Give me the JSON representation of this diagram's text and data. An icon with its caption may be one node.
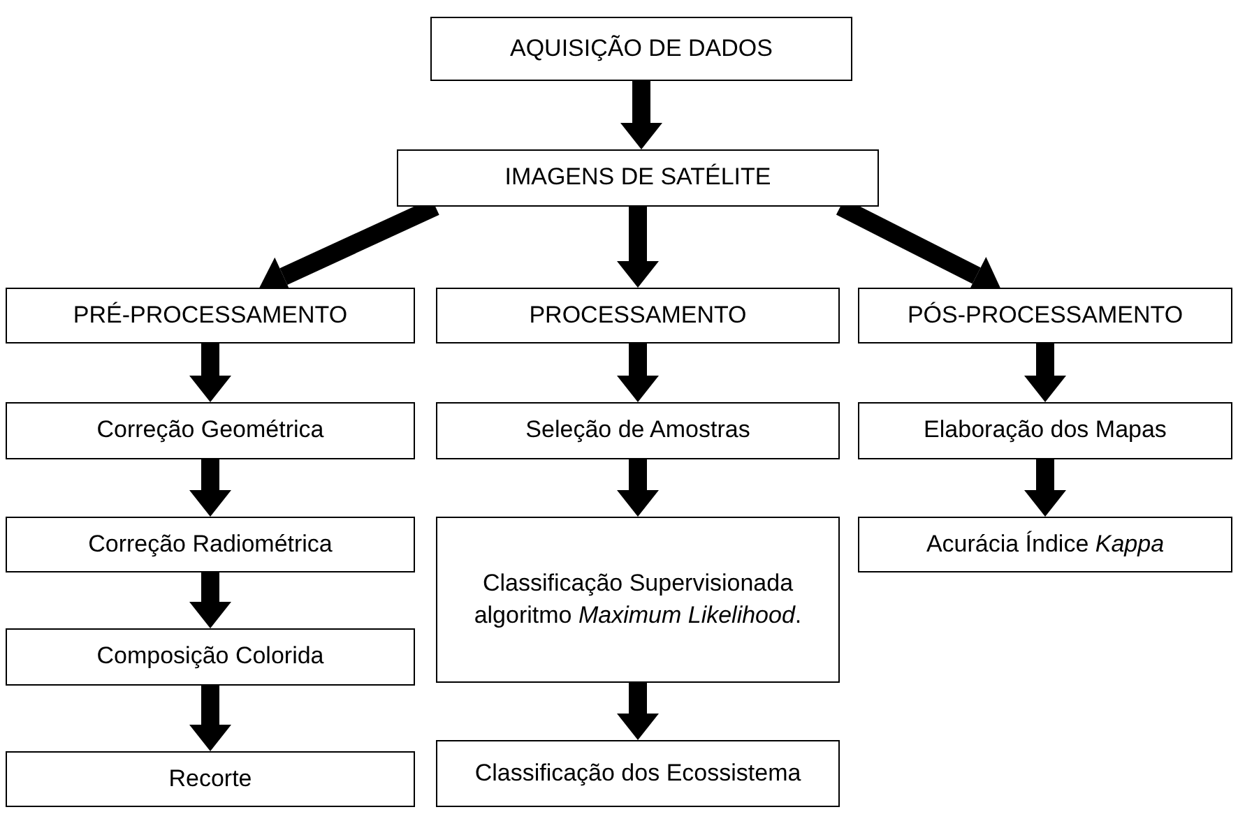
{
  "diagram": {
    "nodes": [
      {
        "text": [
          "AQUISIÇÃO DE DADOS"
        ]
      },
      {
        "text": [
          "IMAGENS DE SATÉLITE"
        ]
      },
      {
        "text": [
          "PRÉ-PROCESSAMENTO"
        ]
      },
      {
        "text": [
          "PROCESSAMENTO"
        ]
      },
      {
        "text": [
          "PÓS-PROCESSAMENTO"
        ]
      },
      {
        "text": [
          "Correção Geométrica"
        ]
      },
      {
        "text": [
          "Seleção de Amostras"
        ]
      },
      {
        "text": [
          "Elaboração dos Mapas"
        ]
      },
      {
        "text": [
          "Correção Radiométrica"
        ]
      },
      {
        "text": [
          "Classificação Supervisionada algoritmo *Maximum Likelihood*."
        ]
      },
      {
        "text": [
          "Acurácia Índice *Kappa*"
        ]
      },
      {
        "text": [
          "Composição Colorida"
        ]
      },
      {
        "text": [
          "Recorte"
        ]
      },
      {
        "text": [
          "Classificação dos Ecossistema"
        ]
      }
    ],
    "edges": [
      {
        "from": 0,
        "to": 1,
        "arrow": "to"
      },
      {
        "from": 1,
        "to": 2,
        "arrow": "to"
      },
      {
        "from": 1,
        "to": 3,
        "arrow": "to"
      },
      {
        "from": 1,
        "to": 4,
        "arrow": "to"
      },
      {
        "from": 2,
        "to": 5,
        "arrow": "to"
      },
      {
        "from": 5,
        "to": 8,
        "arrow": "to"
      },
      {
        "from": 8,
        "to": 11,
        "arrow": "to"
      },
      {
        "from": 11,
        "to": 12,
        "arrow": "to"
      },
      {
        "from": 3,
        "to": 6,
        "arrow": "to"
      },
      {
        "from": 6,
        "to": 9,
        "arrow": "to"
      },
      {
        "from": 9,
        "to": 13,
        "arrow": "to"
      },
      {
        "from": 4,
        "to": 7,
        "arrow": "to"
      },
      {
        "from": 7,
        "to": 10,
        "arrow": "to"
      }
    ]
  }
}
